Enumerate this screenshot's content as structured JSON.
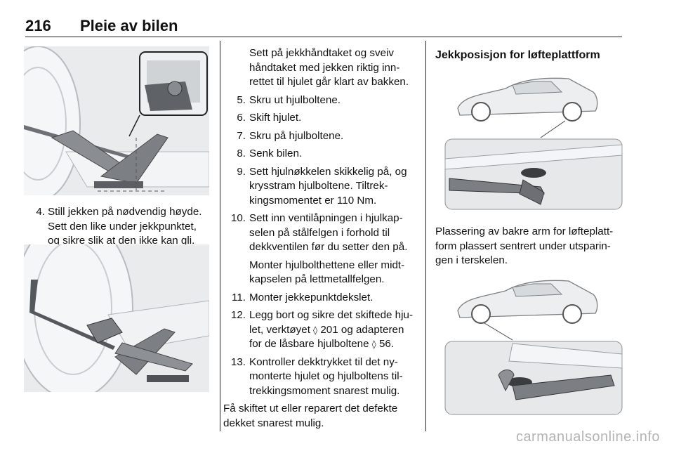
{
  "header": {
    "page_number": "216",
    "chapter_title": "Pleie av bilen"
  },
  "col1": {
    "step4": {
      "num": "4.",
      "line1": "Still jekken på nødvendig høyde.",
      "line2": "Sett den like under jekkpunktet,",
      "line3": "og sikre slik at den ikke kan gli."
    }
  },
  "col2": {
    "intro": {
      "line1": "Sett på jekkhåndtaket og sveiv",
      "line2": "håndtaket med jekken riktig inn-",
      "line3": "rettet til hjulet går klart av bakken."
    },
    "steps": [
      {
        "num": "5.",
        "lines": [
          "Skru ut hjulboltene."
        ]
      },
      {
        "num": "6.",
        "lines": [
          "Skift hjulet."
        ]
      },
      {
        "num": "7.",
        "lines": [
          "Skru på hjulboltene."
        ]
      },
      {
        "num": "8.",
        "lines": [
          "Senk bilen."
        ]
      },
      {
        "num": "9.",
        "lines": [
          "Sett hjulnøkkelen skikkelig på, og",
          "krysstram hjulboltene. Tiltrek-",
          "kingsmomentet er 110 Nm."
        ]
      },
      {
        "num": "10.",
        "lines": [
          "Sett inn ventilåpningen i hjulkap-",
          "selen på stålfelgen i forhold til",
          "dekkventilen før du setter den på."
        ]
      }
    ],
    "step10_extra": {
      "line1": "Monter hjulbolthettene eller midt-",
      "line2": "kapselen på lettmetallfelgen."
    },
    "step11": {
      "num": "11.",
      "text": "Monter jekkepunktdekslet."
    },
    "step12": {
      "num": "12.",
      "line1": "Legg bort og sikre det skiftede hju-",
      "line2_a": "let, verktøyet ",
      "ref1_symbol": "◊",
      "line2_b": " 201 og adapteren",
      "line3_a": "for de låsbare hjulboltene ",
      "ref2_symbol": "◊",
      "line3_b": " 56."
    },
    "step13": {
      "num": "13.",
      "line1": "Kontroller dekktrykket til det ny-",
      "line2": "monterte hjulet og hjulboltens til-",
      "line3": "trekkingsmoment snarest mulig."
    },
    "closing": {
      "line1": "Få skiftet ut eller reparert det defekte",
      "line2": "dekket snarest mulig."
    }
  },
  "col3": {
    "heading": "Jekkposisjon for løfteplattform",
    "caption": {
      "line1": "Plassering av bakre arm for løfteplatt-",
      "line2": "form plassert sentrert under utsparin-",
      "line3": "gen i terskelen."
    }
  },
  "watermark": "carmanualsonline.info"
}
